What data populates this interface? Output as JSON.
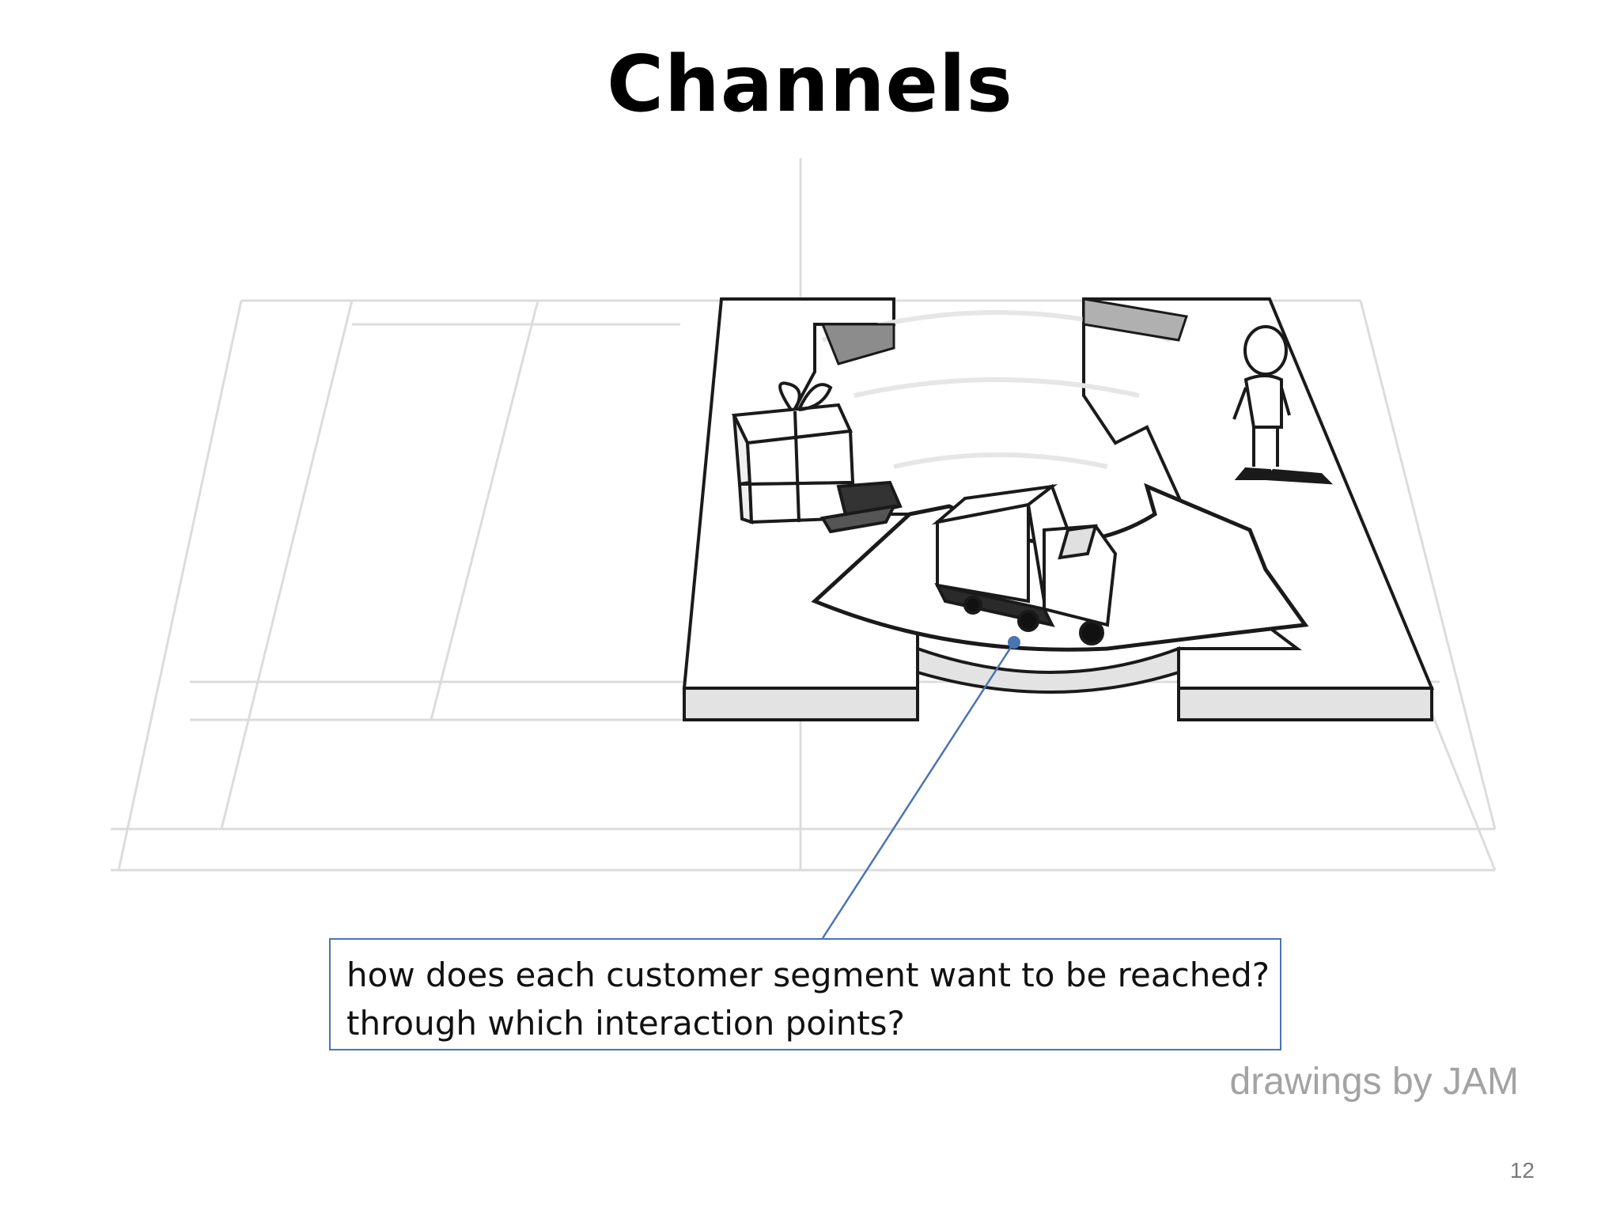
{
  "slide": {
    "title": "Channels",
    "callout": {
      "line1": "how does each customer segment want to be reached?",
      "line2": "through which interaction points?"
    },
    "credit": "drawings by JAM",
    "page_number": "12"
  },
  "colors": {
    "callout_border": "#4a74b3",
    "connector": "#4a74b3",
    "credit_text": "#a3a3a3",
    "sketch_grid": "#d9d9d9",
    "sketch_ink": "#1a1a1a"
  },
  "icons": [
    "gift-icon",
    "truck-icon",
    "person-icon",
    "arrow-icon"
  ]
}
